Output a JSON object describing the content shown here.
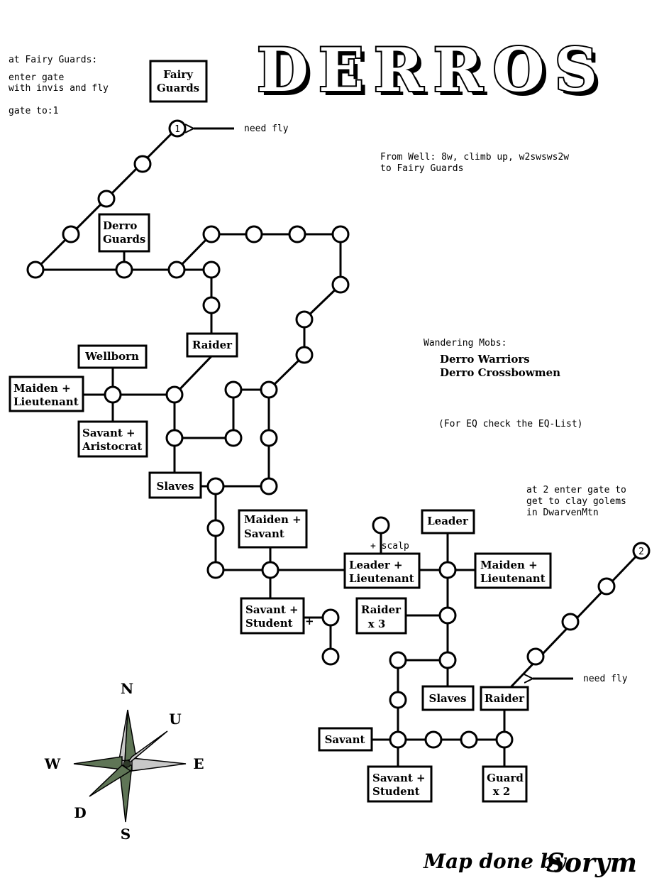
{
  "title": "DERROS",
  "notes": {
    "fairy": [
      "at Fairy Guards:",
      "",
      "enter gate",
      "with invis and fly",
      "",
      "gate to:1"
    ],
    "directions": [
      "From Well: 8w, climb up, w2swsws2w",
      "to Fairy Guards"
    ],
    "wandering_header": "Wandering Mobs:",
    "wandering": [
      "Derro Warriors",
      "Derro Crossbowmen"
    ],
    "eq": "(For EQ check the EQ-List)",
    "gate2": [
      "at 2 enter gate to",
      "get to clay golems",
      "in DwarvenMtn"
    ],
    "need_fly_1": "need fly",
    "need_fly_2": "need fly",
    "scalp": "+ scalp",
    "plus": "+"
  },
  "gates": [
    "1",
    "2"
  ],
  "rooms": [
    {
      "id": "fairy-guards",
      "lines": [
        "Fairy",
        "Guards"
      ]
    },
    {
      "id": "derro-guards",
      "lines": [
        "Derro",
        "Guards"
      ]
    },
    {
      "id": "raider-1",
      "lines": [
        "Raider"
      ]
    },
    {
      "id": "wellborn",
      "lines": [
        "Wellborn"
      ]
    },
    {
      "id": "maiden-lieutenant-1",
      "lines": [
        "Maiden +",
        "Lieutenant"
      ]
    },
    {
      "id": "savant-aristocrat",
      "lines": [
        "Savant +",
        "Aristocrat"
      ]
    },
    {
      "id": "slaves-1",
      "lines": [
        "Slaves"
      ]
    },
    {
      "id": "maiden-savant",
      "lines": [
        "Maiden +",
        "Savant"
      ]
    },
    {
      "id": "savant-student-1",
      "lines": [
        "Savant +",
        "Student"
      ]
    },
    {
      "id": "leader-lieutenant",
      "lines": [
        "Leader +",
        "Lieutenant"
      ]
    },
    {
      "id": "leader",
      "lines": [
        "Leader"
      ]
    },
    {
      "id": "maiden-lieutenant-2",
      "lines": [
        "Maiden +",
        "Lieutenant"
      ]
    },
    {
      "id": "raider-x3",
      "lines": [
        "Raider",
        "x 3"
      ]
    },
    {
      "id": "slaves-2",
      "lines": [
        "Slaves"
      ]
    },
    {
      "id": "raider-2",
      "lines": [
        "Raider"
      ]
    },
    {
      "id": "savant",
      "lines": [
        "Savant"
      ]
    },
    {
      "id": "savant-student-2",
      "lines": [
        "Savant +",
        "Student"
      ]
    },
    {
      "id": "guard-x2",
      "lines": [
        "Guard",
        "x 2"
      ]
    }
  ],
  "compass": {
    "n": "N",
    "e": "E",
    "s": "S",
    "w": "W",
    "u": "U",
    "d": "D",
    "colors": {
      "dark": "#5f7556",
      "light": "#c8c8c8"
    }
  },
  "credit": "Map done by:",
  "signature": "Sorym"
}
